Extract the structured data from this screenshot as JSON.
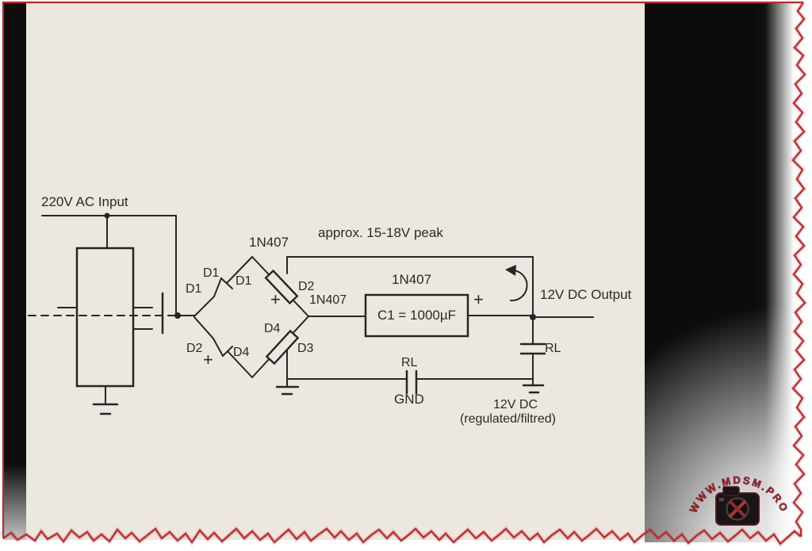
{
  "colors": {
    "paper": "#ece8df",
    "ink": "#262626",
    "border_red": "#c1272d",
    "watermark_red": "#a8282e"
  },
  "schematic": {
    "ac_input": "220V AC Input",
    "peak_note": "approx. 15-18V peak",
    "part_top": "1N407",
    "part_right": "1N407",
    "part_cap": "1N407",
    "d1_a": "D1",
    "d1_b": "D1",
    "d1_c": "D1",
    "d2_upper": "D2",
    "d2_lower": "D2",
    "d4_upper": "D4",
    "d4_lower": "D4",
    "d3": "D3",
    "plus_upper": "+",
    "plus_lower": "+",
    "plus_output": "+",
    "cap_value": "C1 = 1000µF",
    "output_label": "12V DC Output",
    "rl_output": "RL",
    "rl_mid": "RL",
    "gnd_label": "GND",
    "output_sub1": "12V DC",
    "output_sub2": "(regulated/filtred)"
  },
  "watermark": {
    "text": "WWW.MDSM.PRO"
  }
}
